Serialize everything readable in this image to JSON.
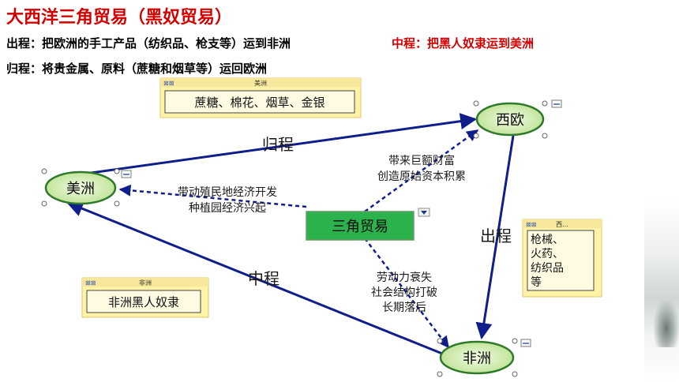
{
  "header": {
    "title": "大西洋三角贸易（黑奴贸易）",
    "outbound": "出程：把欧洲的手工产品（纺织品、枪支等）运到非洲",
    "middle": "中程：把黑人奴隶运到美洲",
    "return": "归程：将贵金属、原料（蔗糖和烟草等）运回欧洲"
  },
  "nodes": {
    "europe": "西欧",
    "america": "美洲",
    "africa": "非洲",
    "center": "三角贸易"
  },
  "edges": {
    "return": "归程",
    "outbound": "出程",
    "middle": "中程"
  },
  "effects": {
    "europe": [
      "带来巨额财富",
      "创造原始资本积累"
    ],
    "america": [
      "带动殖民地经济开发",
      "种植园经济兴起"
    ],
    "africa": [
      "劳动力衰失",
      "社会结构打破",
      "长期落后"
    ]
  },
  "notes": {
    "america": {
      "tab": "美洲",
      "text": "蔗糖、棉花、烟草、金银"
    },
    "europe": {
      "tab": "西...",
      "lines": [
        "枪械、",
        "火药、",
        "纺织品",
        "等"
      ]
    },
    "africa": {
      "tab": "非洲",
      "text": "非洲黑人奴隶"
    }
  },
  "colors": {
    "title": "#d40000",
    "node_fill": "#d6f0b2",
    "center_fill": "#2bb24c",
    "arrow": "#101e8c",
    "note_fill": "#fff3a8"
  }
}
